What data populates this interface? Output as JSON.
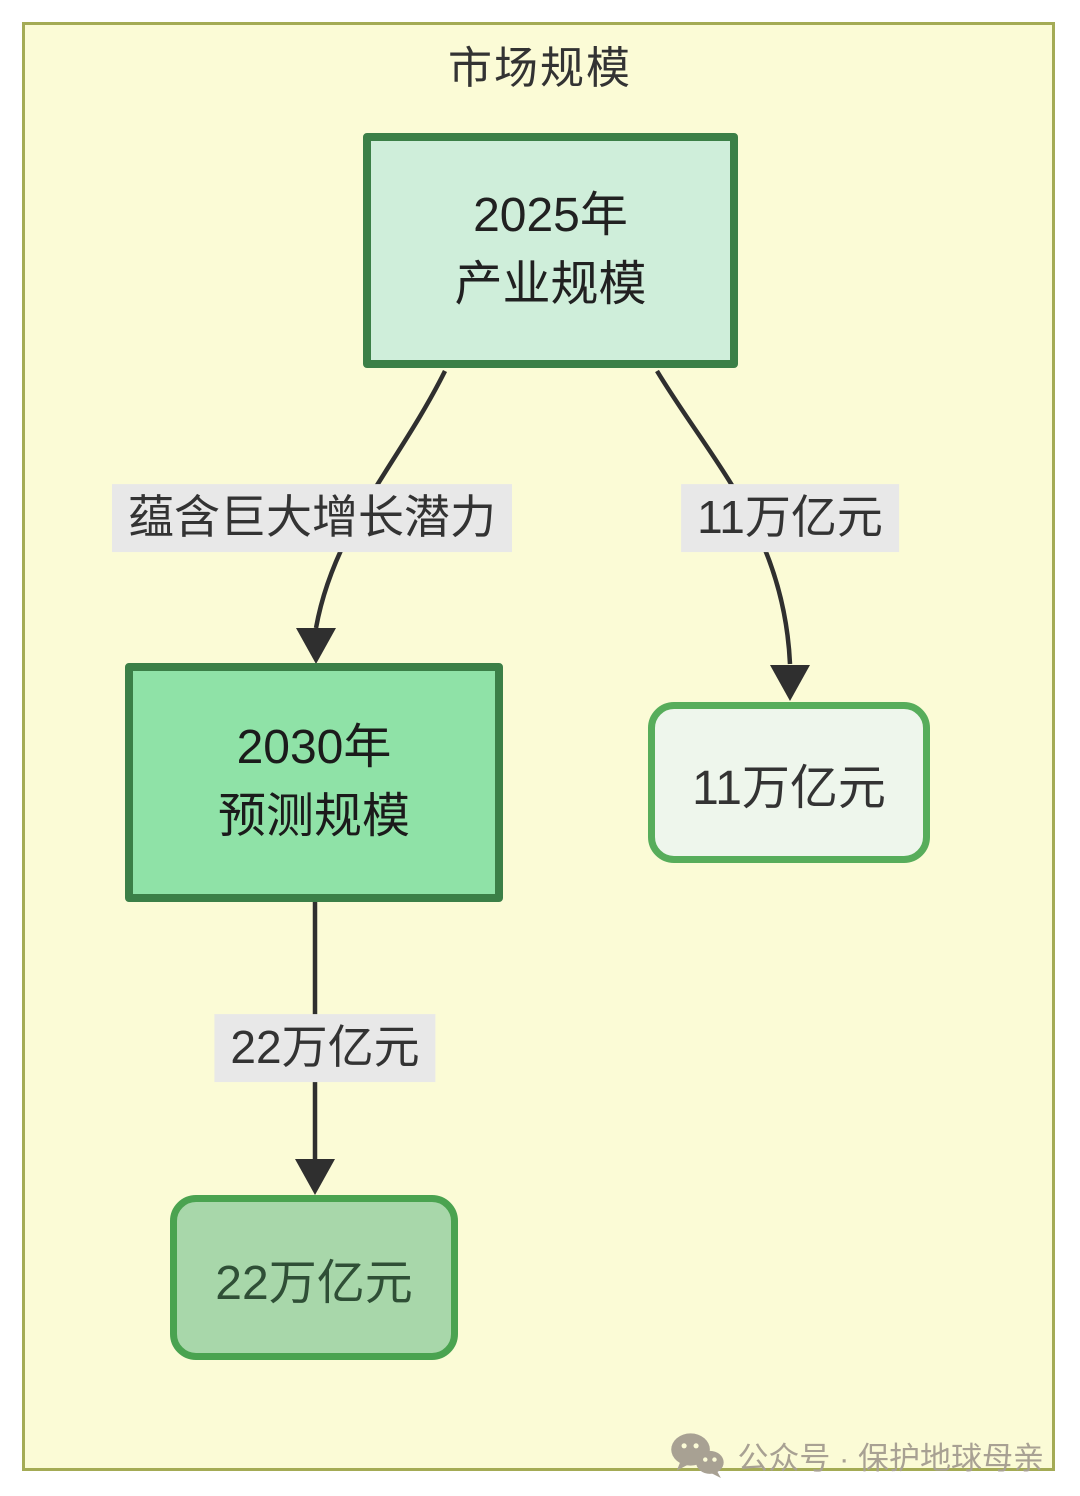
{
  "title": "市场规模",
  "nodes": {
    "a": {
      "line1": "2025年",
      "line2": "产业规模"
    },
    "b": {
      "line1": "2030年",
      "line2": "预测规模"
    },
    "c": {
      "label": "11万亿元"
    },
    "d": {
      "label": "22万亿元"
    }
  },
  "edges": {
    "a_to_b": {
      "label": "蕴含巨大增长潜力"
    },
    "a_to_c": {
      "label": "11万亿元"
    },
    "b_to_d": {
      "label": "22万亿元"
    }
  },
  "watermark": {
    "icon": "wechat-icon",
    "text": "公众号 · 保护地球母亲"
  },
  "colors": {
    "page_background": "#ffffff",
    "canvas_background": "#fbfbd6",
    "canvas_border": "#a4ab55",
    "node_2025_fill": "#cfeeda",
    "node_2030_fill": "#8fe2a7",
    "node_11_fill": "#eef6ec",
    "node_22_fill": "#a8d7aa",
    "node_dark_border": "#3b7f47",
    "node_light_border": "#57ad5b",
    "edge_stroke": "#2f2f2f",
    "edge_label_background": "#e8e8e8",
    "text_dark": "#212121",
    "watermark_gray": "#a8a193"
  }
}
